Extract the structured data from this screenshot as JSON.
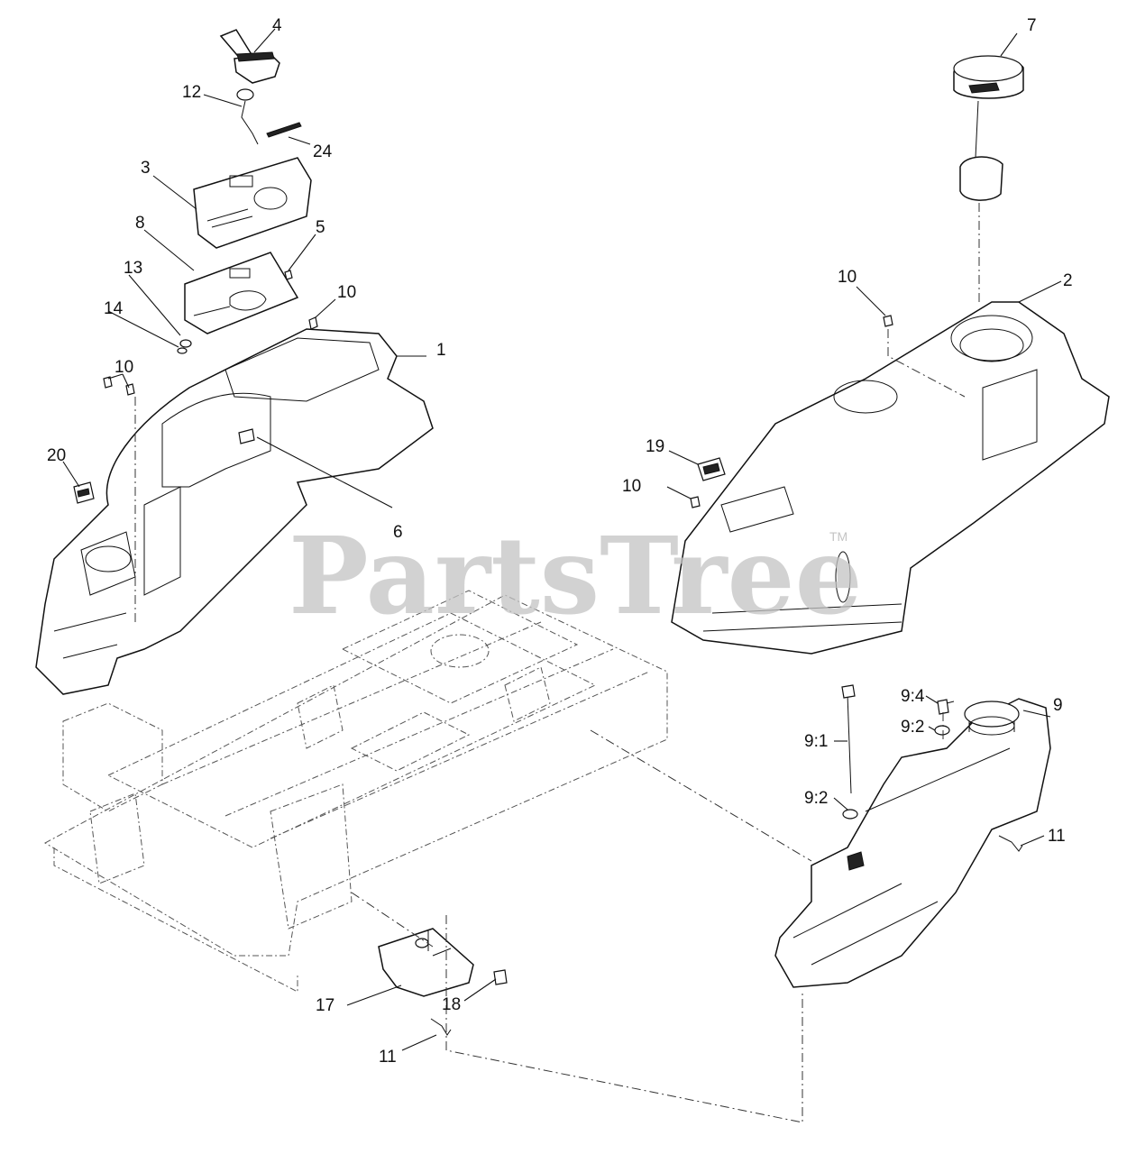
{
  "watermark": {
    "brand": "PartsTree",
    "trademark": "TM"
  },
  "callouts": {
    "c1": "1",
    "c2": "2",
    "c3": "3",
    "c4": "4",
    "c5": "5",
    "c6": "6",
    "c7": "7",
    "c8": "8",
    "c9": "9",
    "c9_1": "9:1",
    "c9_2a": "9:2",
    "c9_2b": "9:2",
    "c9_4": "9:4",
    "c10a": "10",
    "c10b": "10",
    "c10c": "10",
    "c10d": "10",
    "c11a": "11",
    "c11b": "11",
    "c12": "12",
    "c13": "13",
    "c14": "14",
    "c17": "17",
    "c18": "18",
    "c19": "19",
    "c20": "20",
    "c24": "24"
  }
}
